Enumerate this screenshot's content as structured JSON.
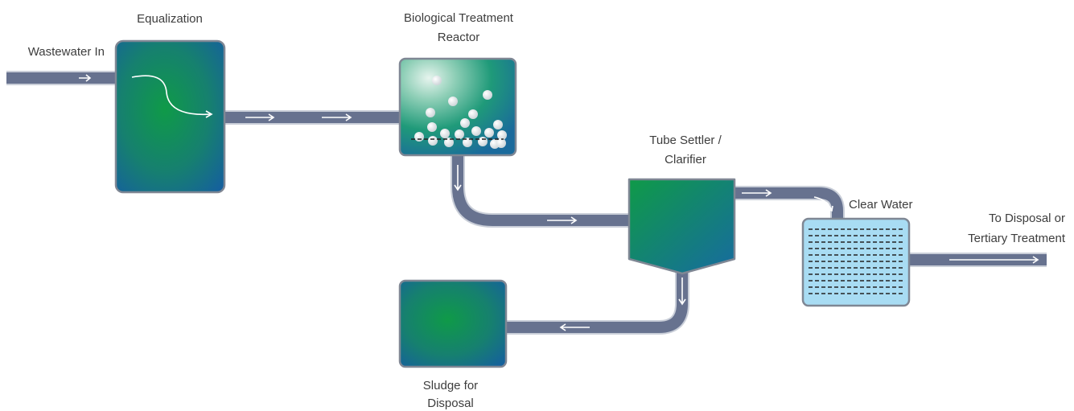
{
  "labels": {
    "wastewater_in": "Wastewater In",
    "equalization": "Equalization",
    "bio_reactor_line1": "Biological Treatment",
    "bio_reactor_line2": "Reactor",
    "tube_settler_line1": "Tube Settler /",
    "tube_settler_line2": "Clarifier",
    "clear_water": "Clear Water",
    "to_disposal_line1": "To Disposal or",
    "to_disposal_line2": "Tertiary Treatment",
    "sludge_line1": "Sludge for",
    "sludge_line2": "Disposal"
  },
  "colors": {
    "pipe": "#67728f",
    "tank_green": "#0f9a48",
    "tank_blue": "#155f9f",
    "clear_water_fill": "#a8dcf3"
  }
}
